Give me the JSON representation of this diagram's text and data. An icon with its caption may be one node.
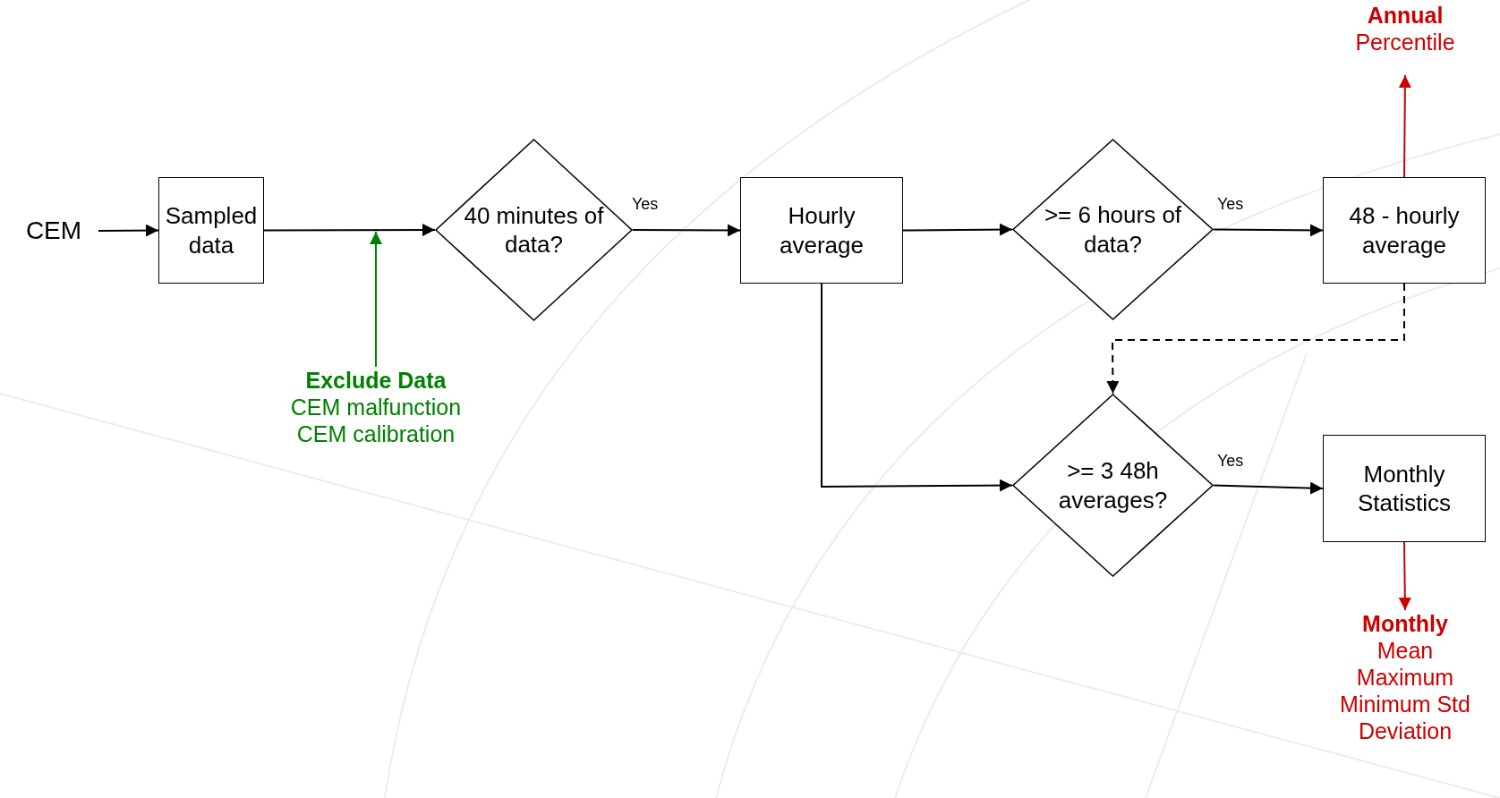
{
  "diagram": {
    "nodes": [
      {
        "text": [
          "CEM"
        ]
      },
      {
        "text": [
          "Sampled data"
        ]
      },
      {
        "text": [
          "40 minutes of data?"
        ]
      },
      {
        "text": [
          "Hourly average"
        ]
      },
      {
        "text": [
          ">= 6 hours of data?"
        ]
      },
      {
        "text": [
          "48 - hourly average"
        ]
      },
      {
        "text": [
          ">= 3 48h averages?"
        ]
      },
      {
        "text": [
          "Monthly Statistics"
        ]
      },
      {
        "text": [
          "Annual",
          "Percentile"
        ]
      },
      {
        "text": [
          "Monthly",
          "Mean Maximum Minimum Std Deviation"
        ]
      },
      {
        "text": [
          "Exclude Data",
          "CEM malfunction CEM calibration"
        ]
      }
    ],
    "edges": [
      {
        "from": 0,
        "to": 1,
        "arrow": "to"
      },
      {
        "from": 1,
        "to": 2,
        "arrow": "to"
      },
      {
        "from": 10,
        "to": null,
        "arrow": "to",
        "color": "#008000"
      },
      {
        "from": 2,
        "to": 3,
        "arrow": "to",
        "label": "Yes"
      },
      {
        "from": 3,
        "to": 4,
        "arrow": "to"
      },
      {
        "from": 4,
        "to": 5,
        "arrow": "to",
        "label": "Yes"
      },
      {
        "from": 5,
        "to": 8,
        "arrow": "to",
        "color": "#cc0000"
      },
      {
        "from": 5,
        "to": 6,
        "arrow": "to",
        "style": "dashed"
      },
      {
        "from": 3,
        "to": 6,
        "arrow": "to"
      },
      {
        "from": 6,
        "to": 7,
        "arrow": "to",
        "label": "Yes"
      },
      {
        "from": 7,
        "to": 9,
        "arrow": "to",
        "color": "#cc0000"
      }
    ]
  }
}
